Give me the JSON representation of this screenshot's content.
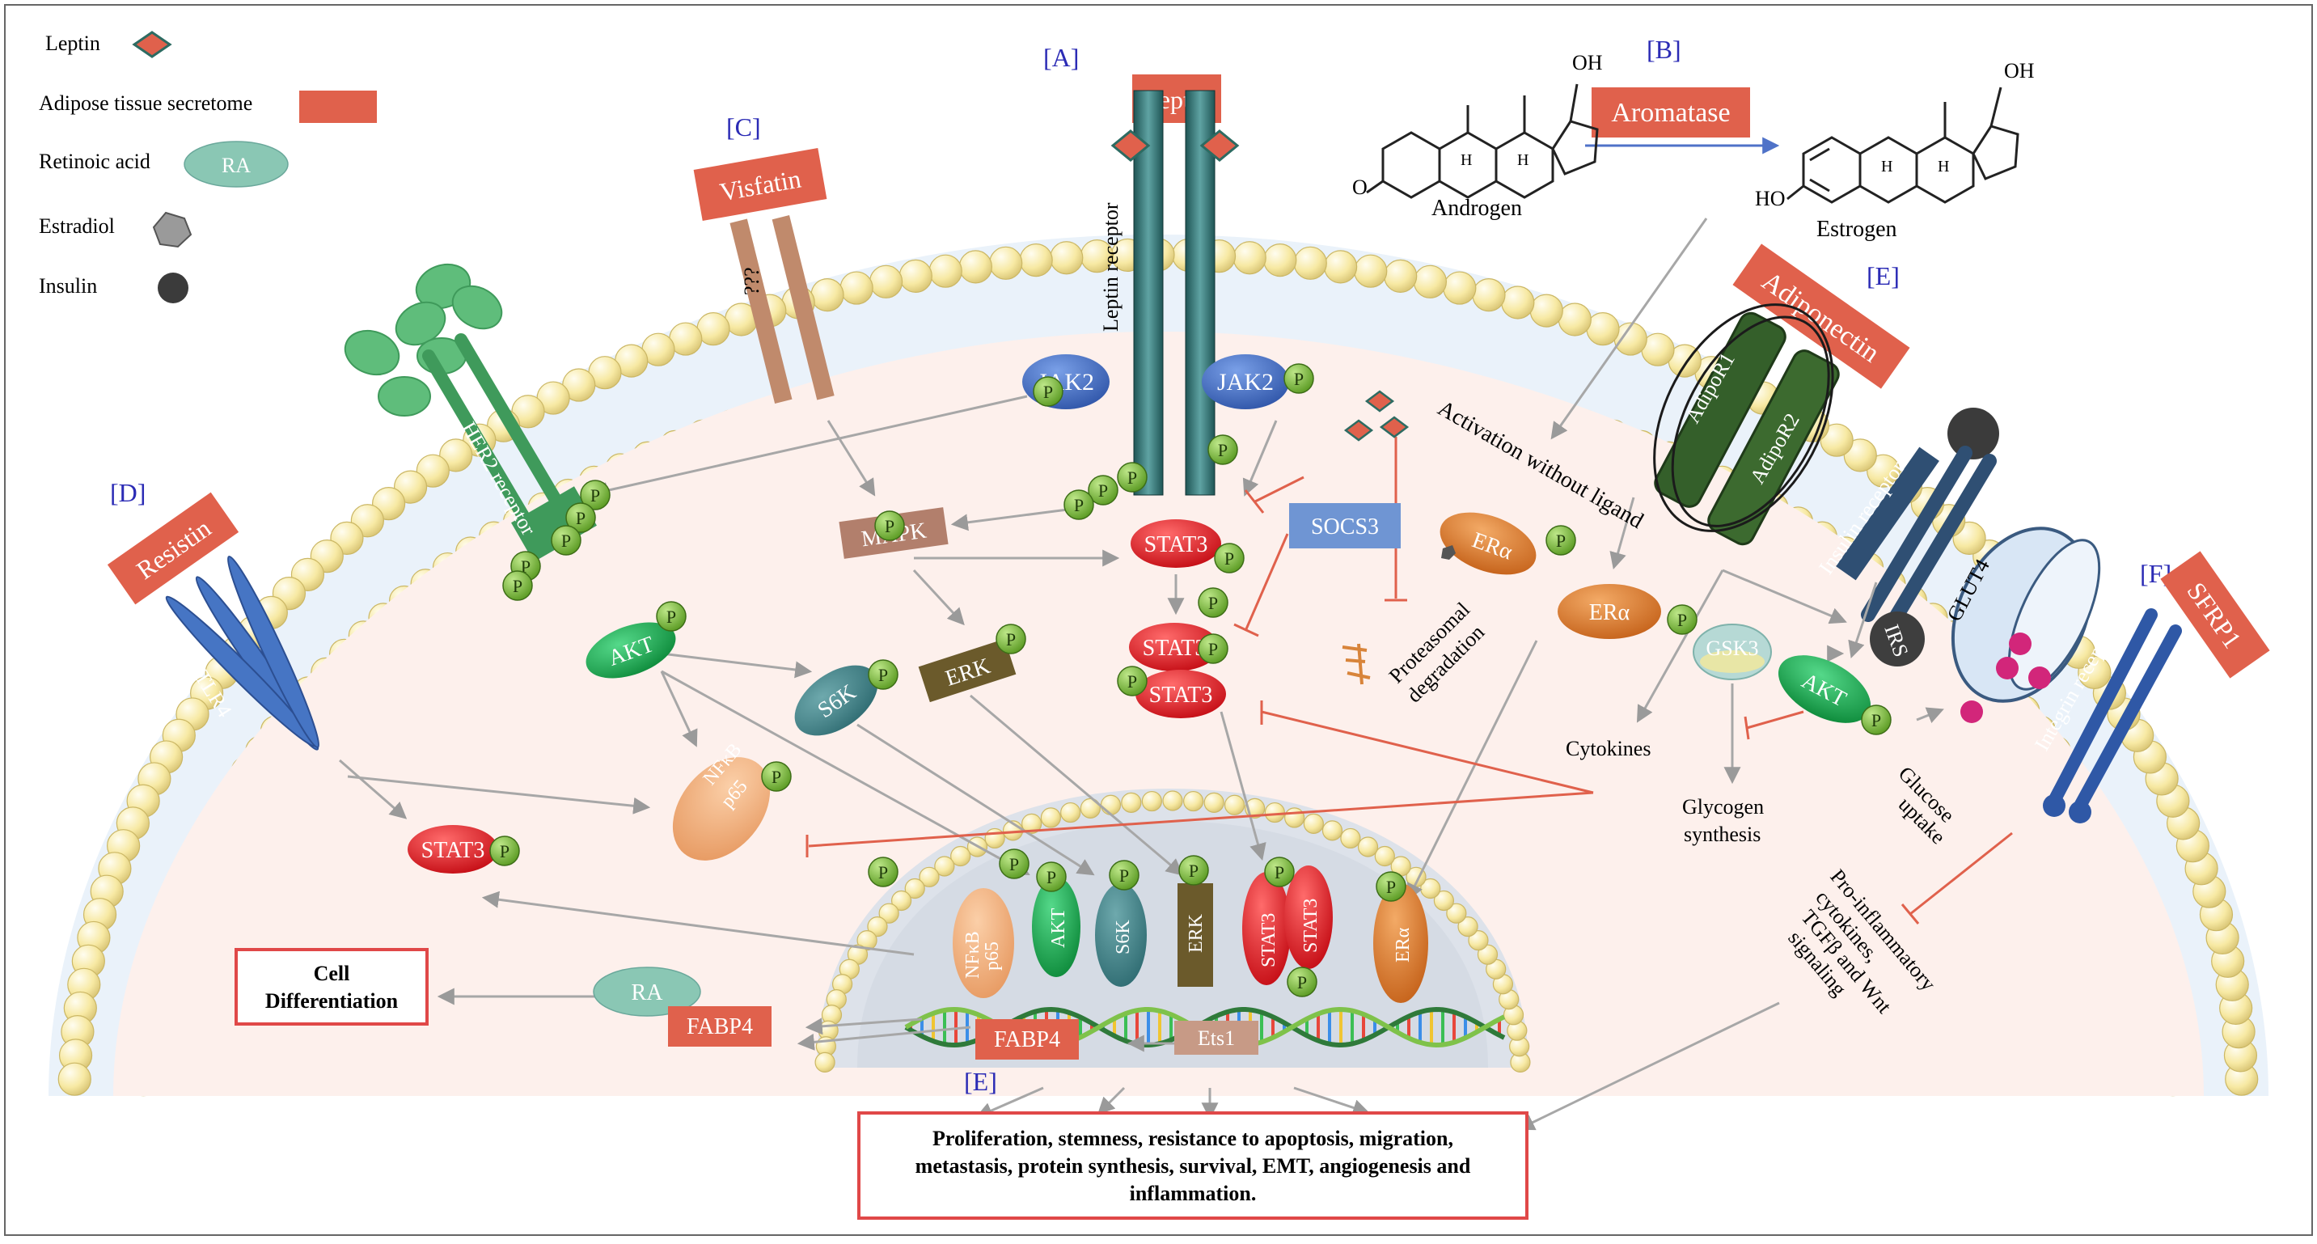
{
  "legend": {
    "leptin": "Leptin",
    "secretome": "Adipose tissue secretome",
    "retinoic_acid": "Retinoic acid",
    "ra": "RA",
    "estradiol": "Estradiol",
    "insulin": "Insulin"
  },
  "sections": {
    "a": "[A]",
    "b": "[B]",
    "c": "[C]",
    "d": "[D]",
    "e_top": "[E]",
    "e_bottom": "[E]",
    "f": "[F]"
  },
  "adipokines": {
    "leptin": "Leptin",
    "aromatase": "Aromatase",
    "visfatin": "Visfatin",
    "resistin": "Resistin",
    "adiponectin": "Adiponectin",
    "sfrp1": "SFRP1"
  },
  "chem": {
    "androgen": "Androgen",
    "estrogen": "Estrogen",
    "oh": "OH",
    "ho": "HO",
    "o": "O",
    "h": "H"
  },
  "receptors": {
    "leptin_receptor": "Leptin receptor",
    "unknown": "???",
    "her2": "HER2 receptor",
    "tlr4": "TLR4",
    "adipor1": "AdipoR1",
    "adipor2": "AdipoR2",
    "insulin_receptor": "Insulin receptor",
    "glut4": "GLUT4",
    "integrin": "Integrin receptor",
    "irs": "IRS"
  },
  "cyto": {
    "jak2": "JAK2",
    "p": "P",
    "mapk": "MAPK",
    "stat3": "STAT3",
    "socs3": "SOCS3",
    "akt": "AKT",
    "s6k": "S6K",
    "erk": "ERK",
    "nfkb": "NFκB",
    "p65": "p65",
    "era": "ERα",
    "gsk3": "GSK3",
    "fabp4": "FABP4",
    "ets1": "Ets1",
    "ra": "RA"
  },
  "text": {
    "activation": "Activation without ligand",
    "proteasomal": "Proteasomal",
    "degradation": "degradation",
    "cytokines": "Cytokines",
    "glycogen": "Glycogen",
    "synthesis": "synthesis",
    "glucose": "Glucose",
    "uptake": "uptake",
    "proinf_1": "Pro-inflammatory",
    "proinf_2": "cytokines,",
    "proinf_3": "TGFβ and Wnt",
    "proinf_4": "signaling",
    "cell_diff_1": "Cell",
    "cell_diff_2": "Differentiation",
    "outcome_1": "Proliferation, stemness, resistance to apoptosis, migration,",
    "outcome_2": "metastasis, protein synthesis, survival, EMT, angiogenesis and",
    "outcome_3": "inflammation."
  },
  "colors": {
    "secretome_red": "#e0614c",
    "membrane_head": "#fbf1b0",
    "cytoplasm": "#fdf0ec",
    "nucleus": "#d8dde5",
    "stat3_red": "#e21b23",
    "akt_green": "#1ea84e",
    "jak2_blue": "#4673c4",
    "p_green": "#7fbf3a",
    "era_orange": "#dd7b2a",
    "receptor_teal": "#2c6e6e",
    "text_blue": "#2b2bb5"
  }
}
